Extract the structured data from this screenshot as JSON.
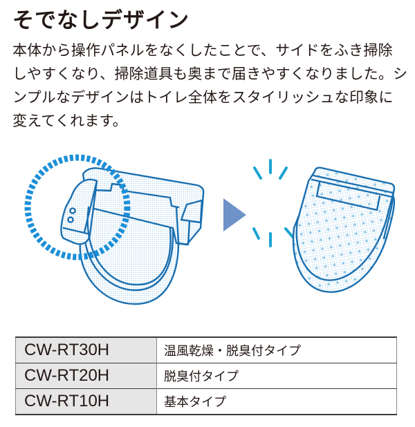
{
  "heading": "そでなしデザイン",
  "description": {
    "lines": [
      "本体から操作パネルをなくしたことで、サイドをふき掃除",
      "しやすくなり、掃除道具も奥まで届きやすくなりました。シ",
      "ンプルなデザインはトイレ全体をスタイリッシュな印象に",
      "変えてくれます。"
    ]
  },
  "illustration": {
    "before_label": "toilet-seat-with-side-panel",
    "after_label": "toilet-seat-sleeveless",
    "colors": {
      "outline": "#1a6fb0",
      "dashed_circle": "#1b8fd8",
      "sparkle": "#1ba3d3",
      "arrow": "#6f92c8",
      "fill_dots": "#9fd0ea"
    }
  },
  "spec_table": {
    "rows": [
      {
        "model": "CW-RT30H",
        "type": "温風乾燥・脱臭付タイプ"
      },
      {
        "model": "CW-RT20H",
        "type": "脱臭付タイプ"
      },
      {
        "model": "CW-RT10H",
        "type": "基本タイプ"
      }
    ]
  }
}
